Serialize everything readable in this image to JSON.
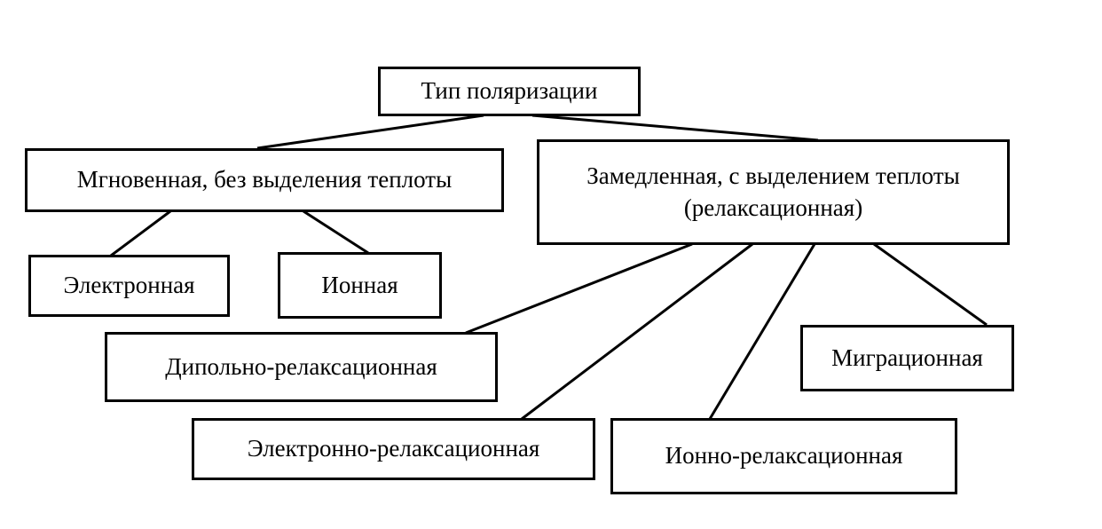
{
  "root": {
    "label": "Тип поляризации"
  },
  "instant": {
    "label": "Мгновенная, без выделения теплоты"
  },
  "delayed": {
    "line1": "Замедленная, с выделением теплоты",
    "line2": "(релаксационная)"
  },
  "electronic": {
    "label": "Электронная"
  },
  "ionic": {
    "label": "Ионная"
  },
  "dipole_relax": {
    "label": "Дипольно-релаксационная"
  },
  "migration": {
    "label": "Миграционная"
  },
  "electron_relax": {
    "label": "Электронно-релаксационная"
  },
  "ion_relax": {
    "label": "Ионно-релаксационная"
  }
}
